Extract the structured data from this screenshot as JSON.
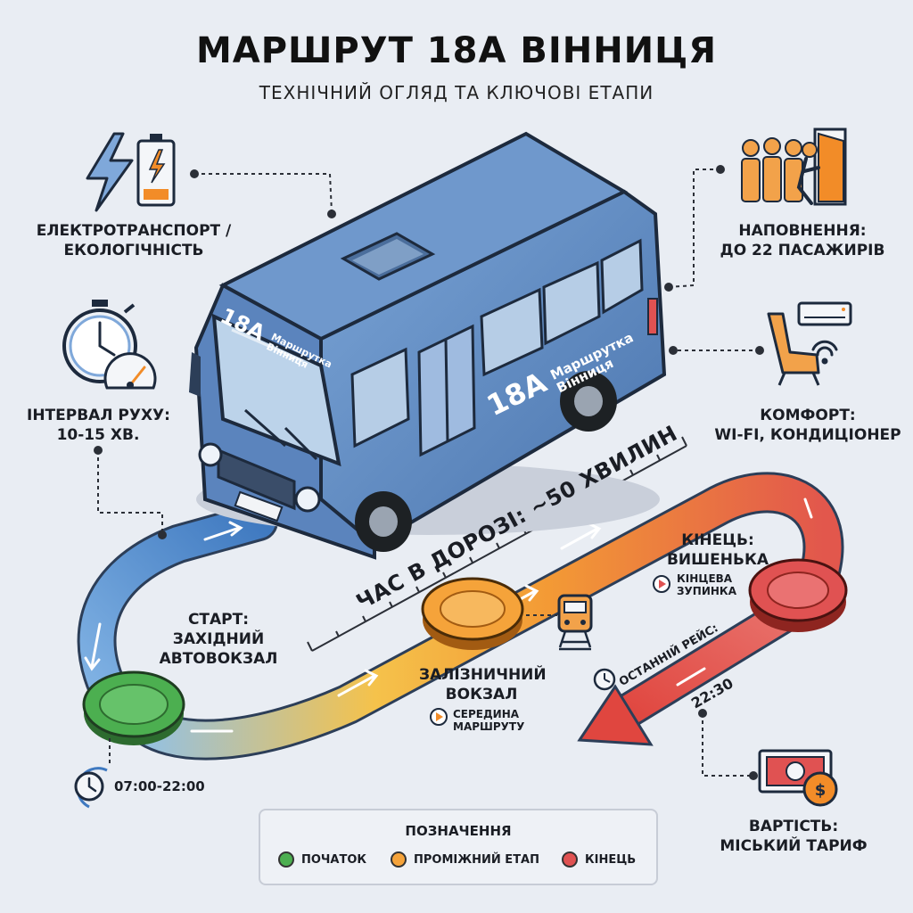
{
  "header": {
    "title": "МАРШРУТ 18А ВІННИЦЯ",
    "subtitle": "ТЕХНІЧНИЙ ОГЛЯД ТА КЛЮЧОВІ ЕТАПИ"
  },
  "bus": {
    "route_number": "18А",
    "route_text_line1": "Маршрутка",
    "route_text_line2": "Вінниця",
    "body_color": "#5b84bd"
  },
  "features": {
    "electric": {
      "line1": "ЕЛЕКТРОТРАНСПОРТ /",
      "line2": "ЕКОЛОГІЧНІСТЬ",
      "icons": [
        "lightning-icon",
        "battery-icon"
      ]
    },
    "interval": {
      "line1": "ІНТЕРВАЛ РУХУ:",
      "line2": "10-15 ХВ.",
      "icons": [
        "stopwatch-icon",
        "speedometer-icon"
      ]
    },
    "capacity": {
      "line1": "НАПОВНЕННЯ:",
      "line2": "ДО 22 ПАСАЖИРІВ",
      "icons": [
        "passengers-icon",
        "door-icon"
      ]
    },
    "comfort": {
      "line1": "КОМФОРТ:",
      "line2": "WI-FI, КОНДИЦІОНЕР",
      "icons": [
        "seat-icon",
        "air-conditioner-icon",
        "wifi-icon"
      ]
    },
    "price": {
      "line1": "ВАРТІСТЬ:",
      "line2": "МІСЬКИЙ ТАРИФ",
      "icons": [
        "banknote-icon",
        "coin-icon"
      ]
    }
  },
  "route": {
    "travel_time": "ЧАС В ДОРОЗІ: ~50 ХВИЛИН",
    "start": {
      "line1": "СТАРТ:",
      "line2": "ЗАХІДНИЙ",
      "line3": "АВТОВОКЗАЛ"
    },
    "middle": {
      "line1": "ЗАЛІЗНИЧНИЙ",
      "line2": "ВОКЗАЛ",
      "note_line1": "СЕРЕДИНА",
      "note_line2": "МАРШРУТУ"
    },
    "end": {
      "line1": "КІНЕЦЬ:",
      "line2": "ВИШЕНЬКА",
      "note_line1": "КІНЦЕВА",
      "note_line2": "ЗУПИНКА"
    },
    "hours": "07:00-22:00",
    "last_trip_label": "ОСТАННІЙ РЕЙС:",
    "last_trip_time": "22:30"
  },
  "legend": {
    "title": "ПОЗНАЧЕННЯ",
    "items": [
      {
        "label": "ПОЧАТОК",
        "color": "#4caf50"
      },
      {
        "label": "ПРОМІЖНИЙ ЕТАП",
        "color": "#f5a33a"
      },
      {
        "label": "КІНЕЦЬ",
        "color": "#e05252"
      }
    ]
  },
  "colors": {
    "start": "#4caf50",
    "middle": "#f5a33a",
    "end": "#e05252",
    "route_blue": "#4f86c6",
    "accent_orange": "#f28c28"
  }
}
